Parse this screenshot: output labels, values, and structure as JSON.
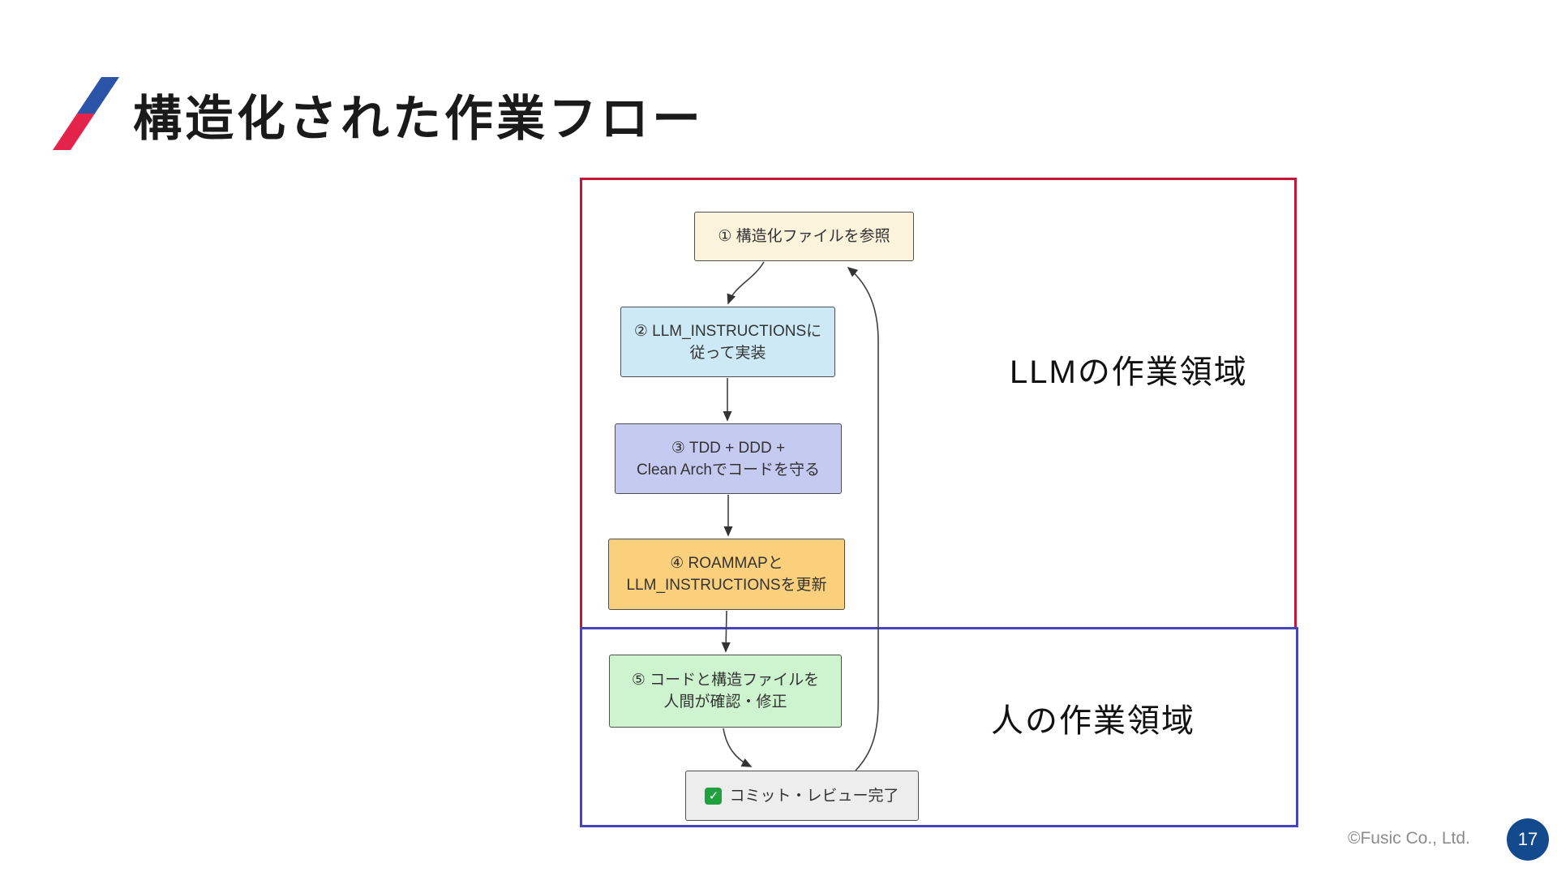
{
  "slide": {
    "title": "構造化された作業フロー",
    "footer": {
      "copyright": "©Fusic Co., Ltd.",
      "page_number": "17"
    },
    "accent_colors": {
      "slash_blue": "#2b53a7",
      "slash_red": "#e4234b",
      "page_circle": "#134a8e"
    }
  },
  "diagram": {
    "regions": [
      {
        "label": "LLMの作業領域",
        "border_color": "#c81536"
      },
      {
        "label": "人の作業領域",
        "border_color": "#4444c0"
      }
    ],
    "nodes": [
      {
        "lines": [
          "① 構造化ファイルを参照"
        ],
        "fill": "#fbf3db"
      },
      {
        "lines": [
          "② LLM_INSTRUCTIONSに",
          "従って実装"
        ],
        "fill": "#cde9f6"
      },
      {
        "lines": [
          "③ TDD + DDD +",
          "Clean Archでコードを守る"
        ],
        "fill": "#c5caf1"
      },
      {
        "lines": [
          "④ ROAMMAPと",
          "LLM_INSTRUCTIONSを更新"
        ],
        "fill": "#fad07c"
      },
      {
        "lines": [
          "⑤ コードと構造ファイルを",
          "人間が確認・修正"
        ],
        "fill": "#cef4cf"
      },
      {
        "lines": [
          "コミット・レビュー完了"
        ],
        "fill": "#ededed"
      }
    ],
    "check_icon_glyph": "✓"
  }
}
